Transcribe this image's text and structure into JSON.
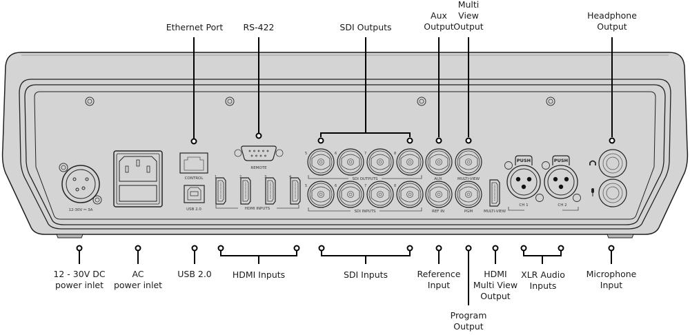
{
  "diagram": {
    "title": "Rear panel connections",
    "callouts_top": [
      {
        "id": "ethernet",
        "label": "Ethernet Port"
      },
      {
        "id": "rs422",
        "label": "RS-422"
      },
      {
        "id": "sdi-outputs",
        "label": "SDI Outputs"
      },
      {
        "id": "aux-output",
        "label": "Aux\nOutput"
      },
      {
        "id": "multiview-output",
        "label": "Multi\nView\nOutput"
      },
      {
        "id": "headphone-output",
        "label": "Headphone\nOutput"
      }
    ],
    "callouts_bottom": [
      {
        "id": "dc-power",
        "label": "12 - 30V DC\npower inlet"
      },
      {
        "id": "ac-power",
        "label": "AC\npower inlet"
      },
      {
        "id": "usb",
        "label": "USB 2.0"
      },
      {
        "id": "hdmi-inputs",
        "label": "HDMI Inputs"
      },
      {
        "id": "sdi-inputs",
        "label": "SDI Inputs"
      },
      {
        "id": "reference-input",
        "label": "Reference\nInput"
      },
      {
        "id": "program-output",
        "label": "Program\nOutput"
      },
      {
        "id": "hdmi-multiview-output",
        "label": "HDMI\nMulti View\nOutput"
      },
      {
        "id": "xlr-audio-inputs",
        "label": "XLR Audio\nInputs"
      },
      {
        "id": "microphone-input",
        "label": "Microphone\nInput"
      }
    ],
    "panel_labels": {
      "dc_rating": "12-30V ⎓ 3A",
      "control": "CONTROL",
      "usb": "USB 2.0",
      "remote": "REMOTE",
      "hdmi_inputs": "HDMI INPUTS",
      "hdmi_numbers": [
        "1",
        "2",
        "3",
        "4"
      ],
      "sdi_outputs": "SDI OUTPUTS",
      "sdi_inputs": "SDI INPUTS",
      "sdi_numbers": [
        "5",
        "6",
        "7",
        "8"
      ],
      "aux": "AUX",
      "multi_view": "MULTI-VIEW",
      "ref_in": "REF IN",
      "pgm": "PGM",
      "hdmi_multiview": "MULTI-VIEW",
      "push": "PUSH",
      "ch1": "CH 1",
      "ch2": "CH 2"
    },
    "colors": {
      "chassis": "#d4d4d4",
      "outline": "#1f1f1f",
      "leader": "#000000",
      "panel_text": "#333333"
    }
  }
}
